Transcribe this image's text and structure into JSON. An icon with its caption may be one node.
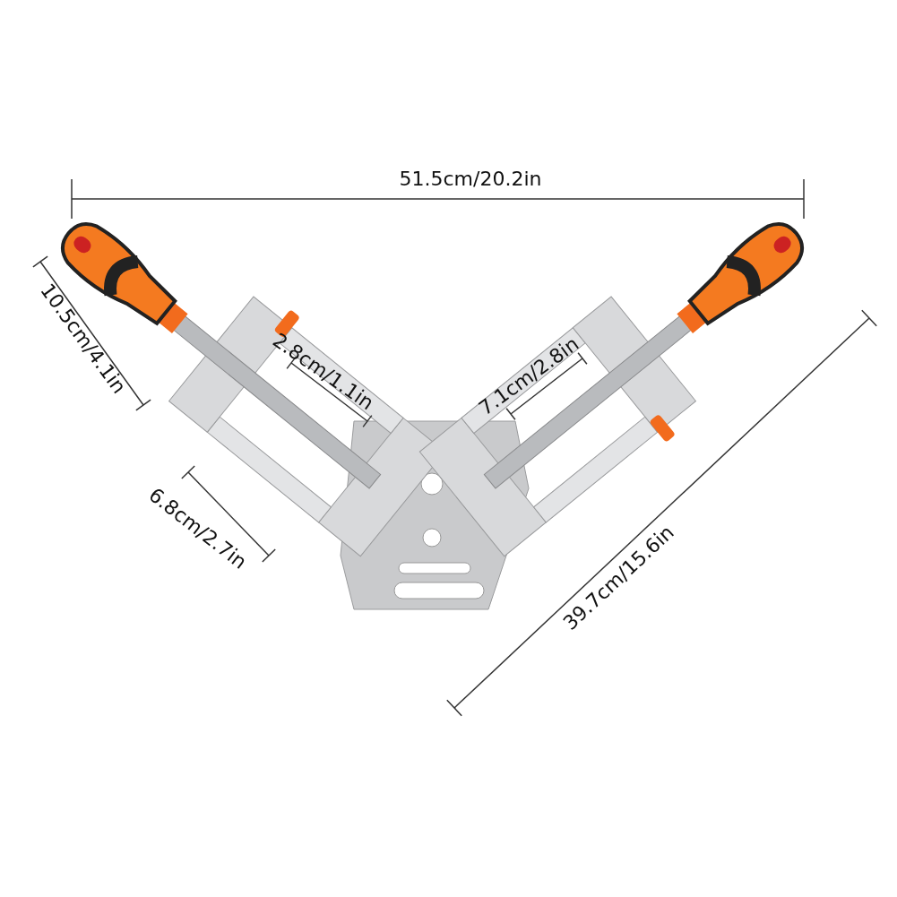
{
  "diagram": {
    "labels": [
      "51.5cm/20.2in",
      "10.5cm/4.1in",
      "2.8cm/1.1in",
      "7.1cm/2.8in",
      "6.8cm/2.7in",
      "39.7cm/15.6in"
    ]
  }
}
